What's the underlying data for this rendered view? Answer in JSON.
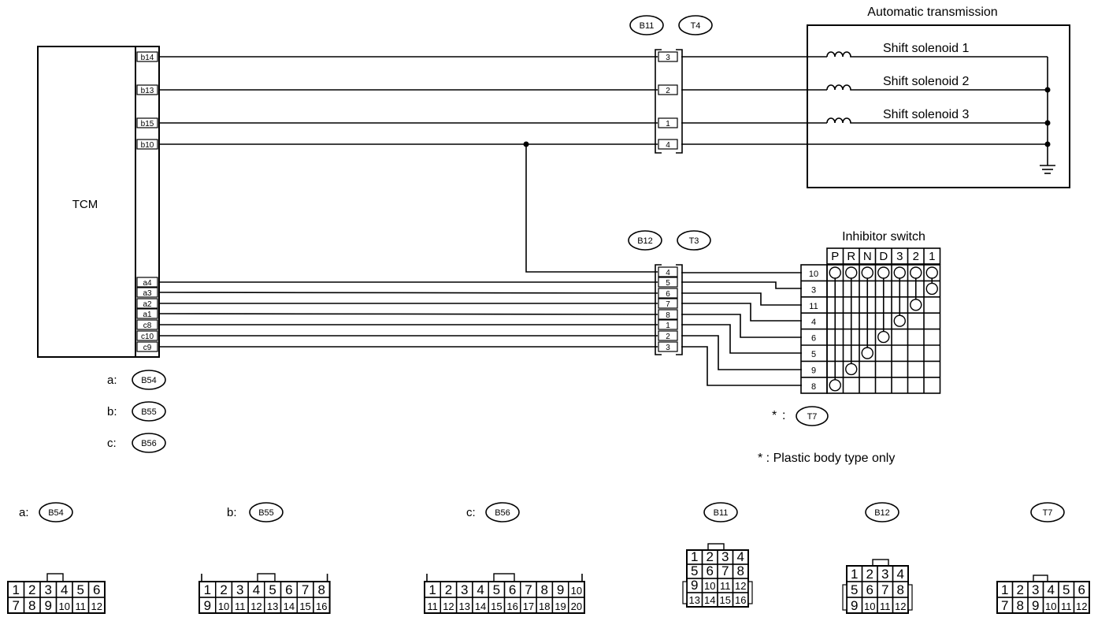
{
  "ecu": {
    "label": "TCM"
  },
  "transmission": {
    "title": "Automatic transmission",
    "solenoids": [
      "Shift solenoid 1",
      "Shift solenoid 2",
      "Shift solenoid 3"
    ]
  },
  "tcm_pins_top": [
    "b14",
    "b13",
    "b15",
    "b10"
  ],
  "tcm_pins_bottom": [
    "a4",
    "a3",
    "a2",
    "a1",
    "c8",
    "c10",
    "c9"
  ],
  "connector_tags_top": [
    "B11",
    "T4"
  ],
  "connector_tags_mid": [
    "B12",
    "T3"
  ],
  "connector_pins_top": [
    "3",
    "2",
    "1",
    "4"
  ],
  "connector_pins_mid": [
    "4",
    "5",
    "6",
    "7",
    "8",
    "1",
    "2",
    "3"
  ],
  "inhibitor": {
    "title": "Inhibitor switch",
    "positions": [
      "P",
      "R",
      "N",
      "D",
      "3",
      "2",
      "1"
    ],
    "terminals": [
      "10",
      "3",
      "11",
      "4",
      "6",
      "5",
      "9",
      "8"
    ],
    "star_label": "*",
    "star_tag": "T7",
    "note": "* : Plastic body type only"
  },
  "legend": [
    {
      "letter": "a:",
      "tag": "B54"
    },
    {
      "letter": "b:",
      "tag": "B55"
    },
    {
      "letter": "c:",
      "tag": "B56"
    }
  ],
  "bottom_connectors": [
    {
      "letter": "a:",
      "tag": "B54",
      "rows": [
        [
          "1",
          "2",
          "3",
          "4",
          "5",
          "6"
        ],
        [
          "7",
          "8",
          "9",
          "10",
          "11",
          "12"
        ]
      ]
    },
    {
      "letter": "b:",
      "tag": "B55",
      "rows": [
        [
          "1",
          "2",
          "3",
          "4",
          "5",
          "6",
          "7",
          "8"
        ],
        [
          "9",
          "10",
          "11",
          "12",
          "13",
          "14",
          "15",
          "16"
        ]
      ]
    },
    {
      "letter": "c:",
      "tag": "B56",
      "rows": [
        [
          "1",
          "2",
          "3",
          "4",
          "5",
          "6",
          "7",
          "8",
          "9",
          "10"
        ],
        [
          "11",
          "12",
          "13",
          "14",
          "15",
          "16",
          "17",
          "18",
          "19",
          "20"
        ]
      ]
    },
    {
      "letter": "",
      "tag": "B11",
      "rows": [
        [
          "1",
          "2",
          "3",
          "4"
        ],
        [
          "5",
          "6",
          "7",
          "8"
        ],
        [
          "9",
          "10",
          "11",
          "12"
        ],
        [
          "13",
          "14",
          "15",
          "16"
        ]
      ]
    },
    {
      "letter": "",
      "tag": "B12",
      "rows": [
        [
          "1",
          "2",
          "3",
          "4"
        ],
        [
          "5",
          "6",
          "7",
          "8"
        ],
        [
          "9",
          "10",
          "11",
          "12"
        ]
      ]
    },
    {
      "letter": "",
      "tag": "T7",
      "rows": [
        [
          "1",
          "2",
          "3",
          "4",
          "5",
          "6"
        ],
        [
          "7",
          "8",
          "9",
          "10",
          "11",
          "12"
        ]
      ]
    }
  ]
}
